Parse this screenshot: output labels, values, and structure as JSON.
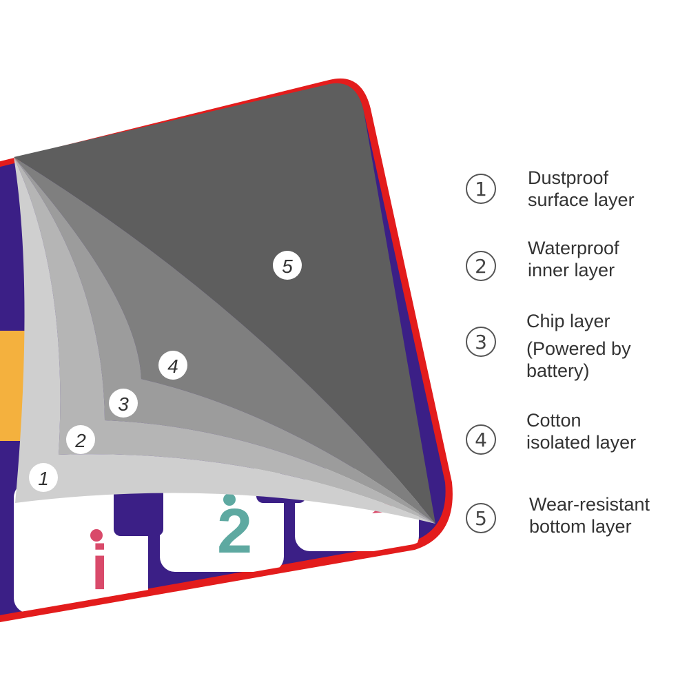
{
  "colors": {
    "border_red": "#e31c1c",
    "mat_purple": "#3b1f86",
    "key_white": "#ffffff",
    "yellow_patch": "#f4b13e",
    "layer1": "#cfcfcf",
    "layer2": "#b5b5b5",
    "layer3": "#9c9c9c",
    "layer4": "#7f7f7f",
    "layer5": "#5e5e5e",
    "note_pink": "#d94a6a",
    "note_teal": "#5ea9a1"
  },
  "mat_keys": {
    "note_one": "i",
    "note_two": "2"
  },
  "callouts": [
    "1",
    "2",
    "3",
    "4",
    "5"
  ],
  "legend": [
    {
      "number": "①",
      "lines": [
        "Dustproof",
        "surface layer"
      ]
    },
    {
      "number": "②",
      "lines": [
        "Waterproof",
        "inner layer"
      ]
    },
    {
      "number": "③",
      "lines": [
        "Chip layer",
        "(Powered by",
        "battery)"
      ]
    },
    {
      "number": "④",
      "lines": [
        "Cotton",
        "isolated layer"
      ]
    },
    {
      "number": "⑤",
      "lines": [
        "Wear-resistant",
        "bottom layer"
      ]
    }
  ]
}
